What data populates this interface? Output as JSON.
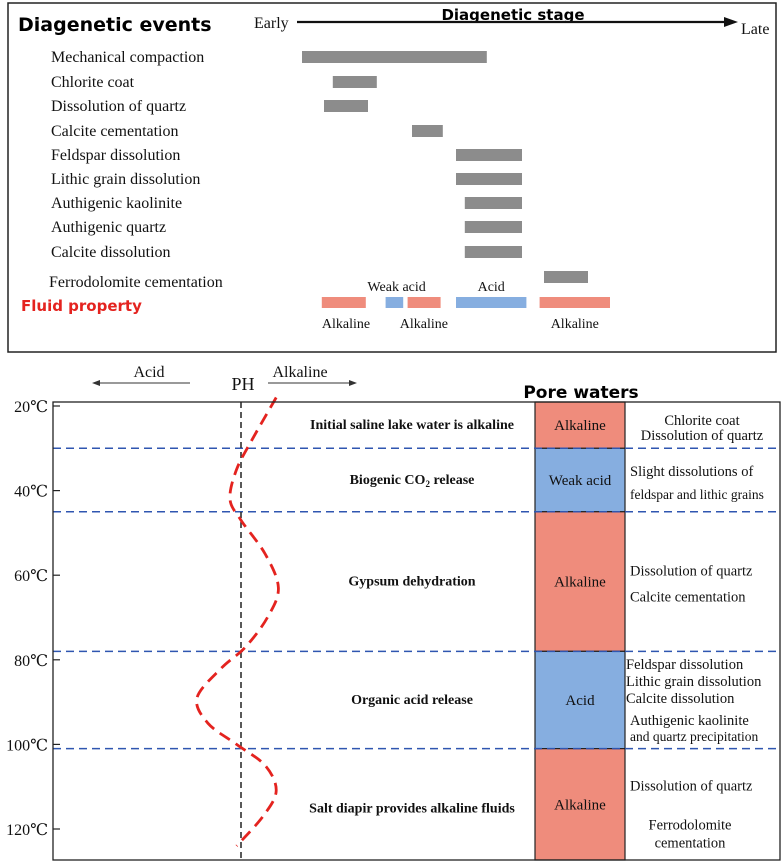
{
  "top_panel": {
    "events_title": "Diagenetic events",
    "stage_title": "Diagenetic  stage",
    "early_label": "Early",
    "late_label": "Late",
    "events": [
      {
        "label": "Mechanical compaction",
        "start": 0.0,
        "end": 0.42
      },
      {
        "label": "Chlorite coat",
        "start": 0.07,
        "end": 0.17
      },
      {
        "label": "Dissolution of quartz",
        "start": 0.05,
        "end": 0.15
      },
      {
        "label": "Calcite cementation",
        "start": 0.25,
        "end": 0.32
      },
      {
        "label": "Feldspar dissolution",
        "start": 0.35,
        "end": 0.5
      },
      {
        "label": "Lithic grain dissolution",
        "start": 0.35,
        "end": 0.5
      },
      {
        "label": "Authigenic kaolinite",
        "start": 0.37,
        "end": 0.5
      },
      {
        "label": "Authigenic quartz",
        "start": 0.37,
        "end": 0.5
      },
      {
        "label": "Calcite dissolution",
        "start": 0.37,
        "end": 0.5
      },
      {
        "label": "Ferrodolomite cementation",
        "start": 0.55,
        "end": 0.65
      }
    ],
    "fluid_property_label": "Fluid property",
    "fluid_segments": [
      {
        "type": "alkaline",
        "start": 0.045,
        "end": 0.145
      },
      {
        "type": "weak_acid",
        "start": 0.19,
        "end": 0.23
      },
      {
        "type": "alkaline",
        "start": 0.24,
        "end": 0.315
      },
      {
        "type": "acid",
        "start": 0.35,
        "end": 0.51
      },
      {
        "type": "alkaline",
        "start": 0.54,
        "end": 0.7
      }
    ],
    "fluid_labels_above": [
      {
        "text": "Weak acid",
        "pos": 0.215
      },
      {
        "text": "Acid",
        "pos": 0.43
      }
    ],
    "fluid_labels_below": [
      {
        "text": "Alkaline",
        "pos": 0.1
      },
      {
        "text": "Alkaline",
        "pos": 0.277
      },
      {
        "text": "Alkaline",
        "pos": 0.62
      }
    ]
  },
  "bottom_panel": {
    "acid_label": "Acid",
    "ph_label": "PH",
    "alkaline_label": "Alkaline",
    "pore_waters_title": "Pore waters",
    "temperature_ticks": [
      "20℃",
      "40℃",
      "60℃",
      "80℃",
      "100℃",
      "120℃"
    ],
    "temperature_values": [
      20,
      40,
      60,
      80,
      100,
      120
    ],
    "temperature_range": [
      20,
      120
    ],
    "zone_boundaries": [
      20,
      30,
      45,
      78,
      101,
      126
    ],
    "stages": [
      {
        "event": "Initial saline lake water is alkaline",
        "pore_water": "Alkaline",
        "type": "alkaline",
        "notes": [
          "Chlorite coat",
          "Dissolution of quartz"
        ]
      },
      {
        "event": "Biogenic CO",
        "event_sub": "2",
        "event_tail": " release",
        "pore_water": "Weak acid",
        "type": "weak_acid",
        "notes": [
          "Slight dissolutions of",
          "feldspar and lithic grains"
        ]
      },
      {
        "event": "Gypsum dehydration",
        "pore_water": "Alkaline",
        "type": "alkaline",
        "notes": [
          "Dissolution of quartz",
          "Calcite cementation"
        ]
      },
      {
        "event": "Organic acid release",
        "pore_water": "Acid",
        "type": "acid",
        "notes": [
          "Feldspar dissolution",
          "Lithic grain dissolution",
          "Calcite dissolution",
          "Authigenic kaolinite",
          "and quartz precipitation"
        ]
      },
      {
        "event": "Salt diapir provides alkaline fluids",
        "pore_water": "Alkaline",
        "type": "alkaline",
        "notes": [
          "Dissolution of quartz",
          "Ferrodolomite",
          "cementation"
        ]
      }
    ],
    "ph_curve": [
      [
        0.8,
        18
      ],
      [
        0.25,
        28
      ],
      [
        -0.1,
        35
      ],
      [
        -0.25,
        42
      ],
      [
        0.0,
        47
      ],
      [
        0.55,
        55
      ],
      [
        0.85,
        63
      ],
      [
        0.6,
        70
      ],
      [
        0.1,
        77
      ],
      [
        -0.45,
        82
      ],
      [
        -1.0,
        89
      ],
      [
        -0.75,
        95
      ],
      [
        -0.1,
        100
      ],
      [
        0.55,
        105
      ],
      [
        0.8,
        111
      ],
      [
        0.5,
        117
      ],
      [
        -0.1,
        124
      ]
    ]
  },
  "colors": {
    "event_bar": "#8c8c8c",
    "alkaline": "#ef8c7c",
    "weak_acid": "#86aee0",
    "acid": "#86aee0",
    "fluid_label": "#e4231f",
    "ph_curve": "#e4231f",
    "boundary": "#2f56b0"
  }
}
